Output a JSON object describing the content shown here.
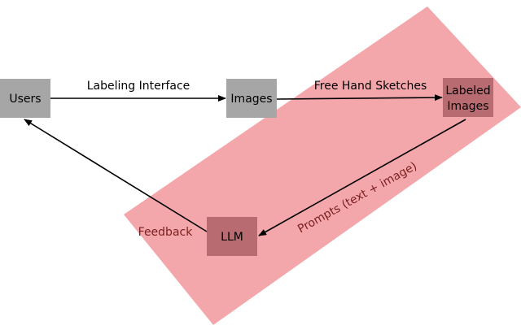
{
  "colors": {
    "highlight_region": "#f4a7ab",
    "gray_node": "#a6a6a6",
    "red_node": "#b86c71",
    "arrow": "#000000",
    "red_text": "#7a1e1e"
  },
  "nodes": {
    "users": "Users",
    "images": "Images",
    "labeled_images_line1": "Labeled",
    "labeled_images_line2": "Images",
    "llm": "LLM"
  },
  "edges": {
    "labeling_interface": "Labeling Interface",
    "free_hand_sketches": "Free Hand Sketches",
    "prompts": "Prompts (text + image)",
    "feedback": "Feedback"
  }
}
